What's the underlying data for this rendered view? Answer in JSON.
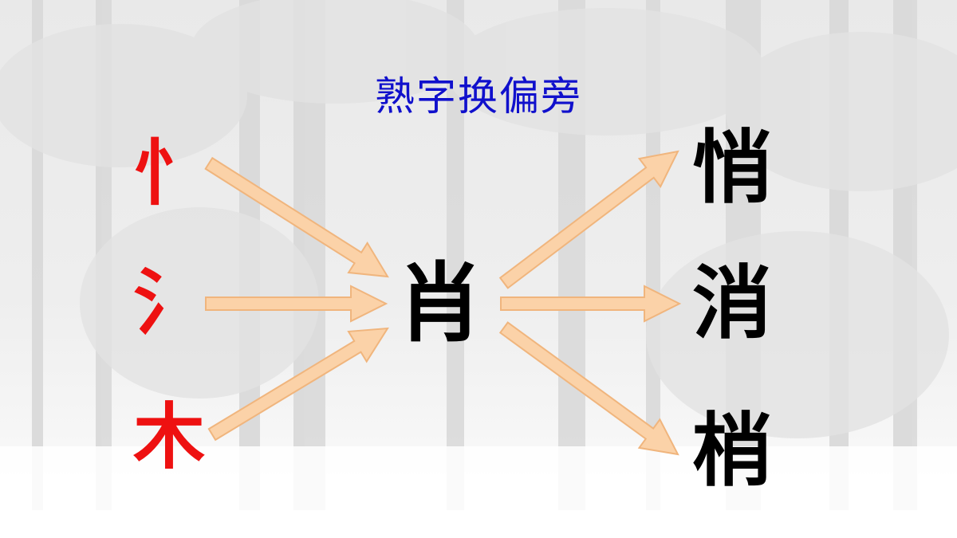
{
  "title": {
    "text": "熟字换偏旁",
    "color": "#1010cc"
  },
  "center": {
    "char": "肖",
    "color": "#000000"
  },
  "radicals": [
    {
      "char": "忄",
      "color": "#ee1111"
    },
    {
      "char": "氵",
      "color": "#ee1111"
    },
    {
      "char": "木",
      "color": "#ee1111"
    }
  ],
  "results": [
    {
      "char": "悄",
      "color": "#000000"
    },
    {
      "char": "消",
      "color": "#000000"
    },
    {
      "char": "梢",
      "color": "#000000"
    }
  ],
  "arrow_colors": {
    "fill": "#fbd2a8",
    "stroke": "#f0b57d"
  }
}
